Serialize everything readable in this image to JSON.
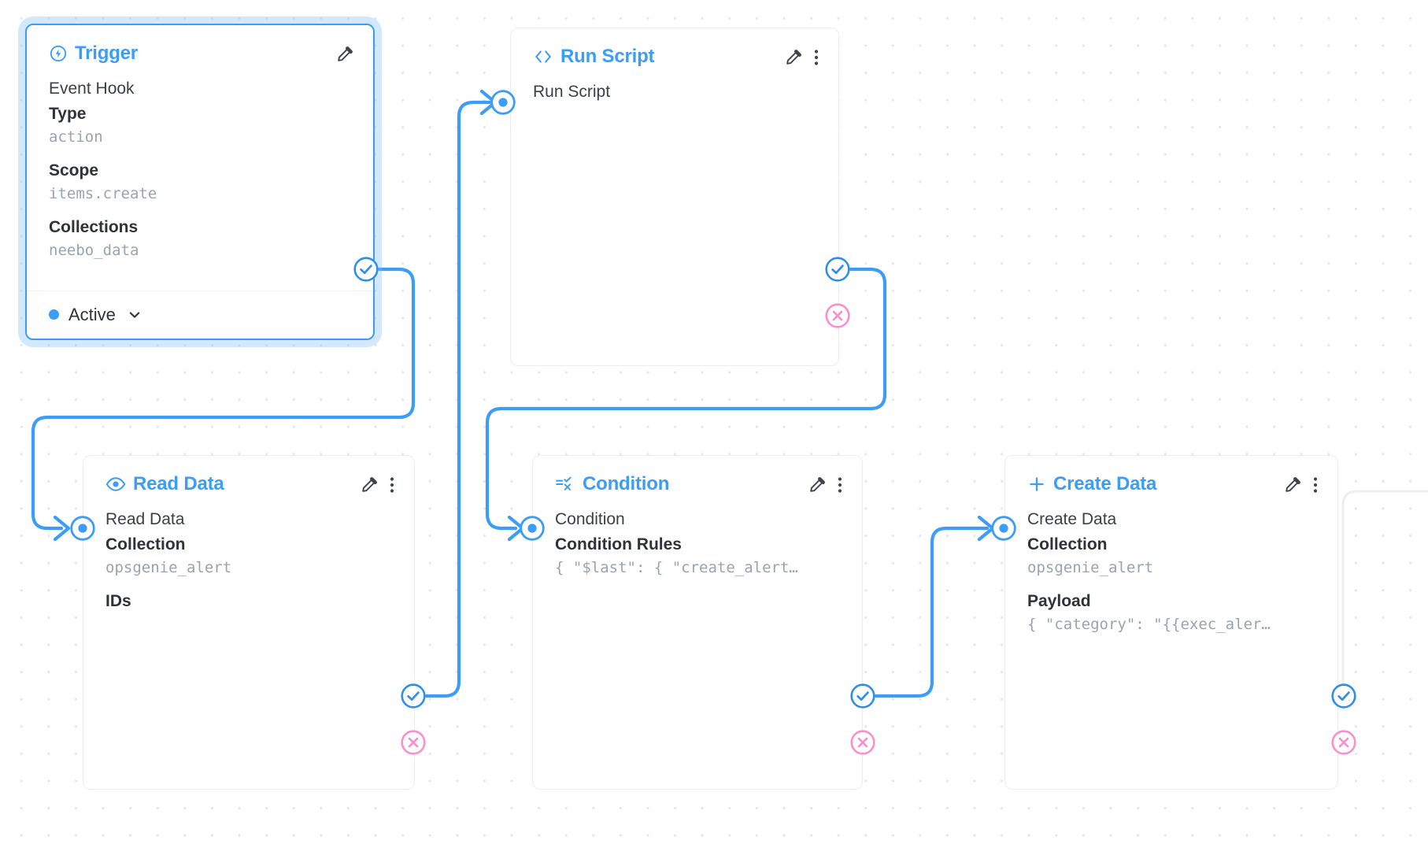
{
  "canvas": {
    "background_color": "#ffffff",
    "grid_dot_color": "#e4e6e8",
    "accent_color": "#3b9df8",
    "reject_color": "#f98fce",
    "mono_value_color": "#9aa3b0"
  },
  "nodes": [
    {
      "id": "trigger",
      "title": "Trigger",
      "icon": "bolt-circle-icon",
      "selected": true,
      "fields": [
        {
          "kind": "name",
          "text": "Event Hook"
        },
        {
          "kind": "label",
          "text": "Type"
        },
        {
          "kind": "value",
          "text": "action"
        },
        {
          "kind": "label",
          "text": "Scope"
        },
        {
          "kind": "value",
          "text": "items.create"
        },
        {
          "kind": "label",
          "text": "Collections"
        },
        {
          "kind": "value",
          "text": "neebo_data"
        }
      ],
      "footer": {
        "status_label": "Active",
        "status_color": "#3b9df8",
        "chevron": "chevron-down-icon"
      },
      "has_edit": true,
      "has_menu": false,
      "ports": {
        "input": false,
        "resolve": true,
        "reject": false
      }
    },
    {
      "id": "run-script",
      "title": "Run Script",
      "icon": "code-brackets-icon",
      "selected": false,
      "fields": [
        {
          "kind": "name",
          "text": "Run Script"
        }
      ],
      "has_edit": true,
      "has_menu": true,
      "ports": {
        "input": true,
        "resolve": true,
        "reject": true
      }
    },
    {
      "id": "read-data",
      "title": "Read Data",
      "icon": "eye-icon",
      "selected": false,
      "fields": [
        {
          "kind": "name",
          "text": "Read Data"
        },
        {
          "kind": "label",
          "text": "Collection"
        },
        {
          "kind": "value",
          "text": "opsgenie_alert"
        },
        {
          "kind": "label",
          "text": "IDs"
        }
      ],
      "has_edit": true,
      "has_menu": true,
      "ports": {
        "input": true,
        "resolve": true,
        "reject": true
      }
    },
    {
      "id": "condition",
      "title": "Condition",
      "icon": "condition-icon",
      "selected": false,
      "fields": [
        {
          "kind": "name",
          "text": "Condition"
        },
        {
          "kind": "label",
          "text": "Condition Rules"
        },
        {
          "kind": "value",
          "text": "{ \"$last\": { \"create_alert…"
        }
      ],
      "has_edit": true,
      "has_menu": true,
      "ports": {
        "input": true,
        "resolve": true,
        "reject": true
      }
    },
    {
      "id": "create-data",
      "title": "Create Data",
      "icon": "plus-icon",
      "selected": false,
      "fields": [
        {
          "kind": "name",
          "text": "Create Data"
        },
        {
          "kind": "label",
          "text": "Collection"
        },
        {
          "kind": "value",
          "text": "opsgenie_alert"
        },
        {
          "kind": "label",
          "text": "Payload"
        },
        {
          "kind": "value",
          "text": "{ \"category\": \"{{exec_aler…"
        }
      ],
      "has_edit": true,
      "has_menu": true,
      "ports": {
        "input": true,
        "resolve": true,
        "reject": true
      }
    }
  ],
  "connections": [
    {
      "from": "trigger.resolve",
      "to": "read-data.input"
    },
    {
      "from": "run-script.resolve",
      "to": "condition.input"
    },
    {
      "from": "read-data.resolve",
      "to": "run-script.input"
    },
    {
      "from": "condition.resolve",
      "to": "create-data.input"
    }
  ]
}
